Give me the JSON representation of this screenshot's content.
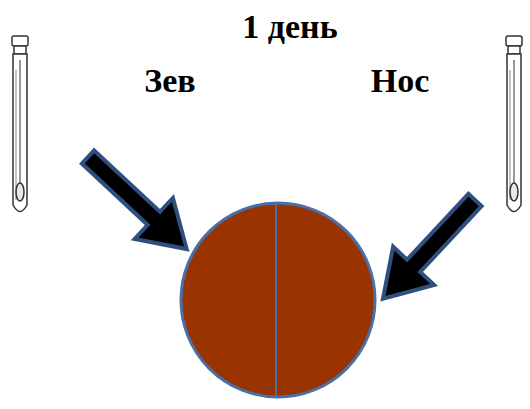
{
  "diagram": {
    "title": "1 день",
    "labels": [
      "Зев",
      "Нос"
    ]
  }
}
